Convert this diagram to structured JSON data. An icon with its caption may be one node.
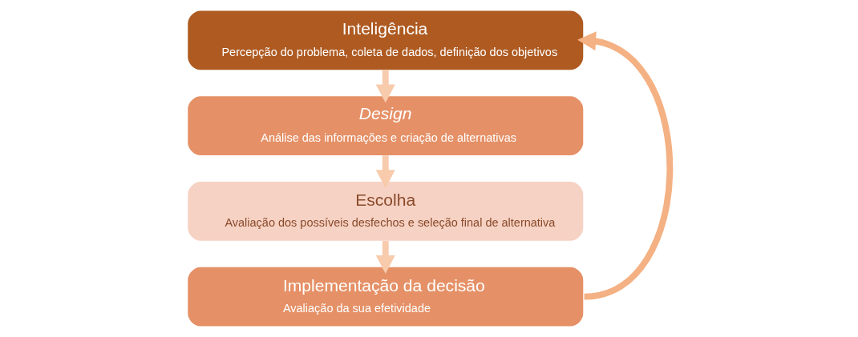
{
  "diagram": {
    "nodes": [
      {
        "text": [
          "Inteligência",
          "Percepção do problema, coleta de dados, definição dos objetivos"
        ]
      },
      {
        "text": [
          "Design",
          "Análise das informações e criação de alternativas"
        ]
      },
      {
        "text": [
          "Escolha",
          "Avaliação dos possíveis desfechos e seleção final de alternativa"
        ]
      },
      {
        "text": [
          "Implementação da decisão",
          "Avaliação da sua efetividade"
        ]
      }
    ],
    "edges": [
      {
        "from": 0,
        "to": 1,
        "arrow": "to"
      },
      {
        "from": 1,
        "to": 2,
        "arrow": "to"
      },
      {
        "from": 2,
        "to": 3,
        "arrow": "to"
      },
      {
        "from": 3,
        "to": 0,
        "arrow": "to",
        "color": "#f4b183"
      }
    ]
  }
}
